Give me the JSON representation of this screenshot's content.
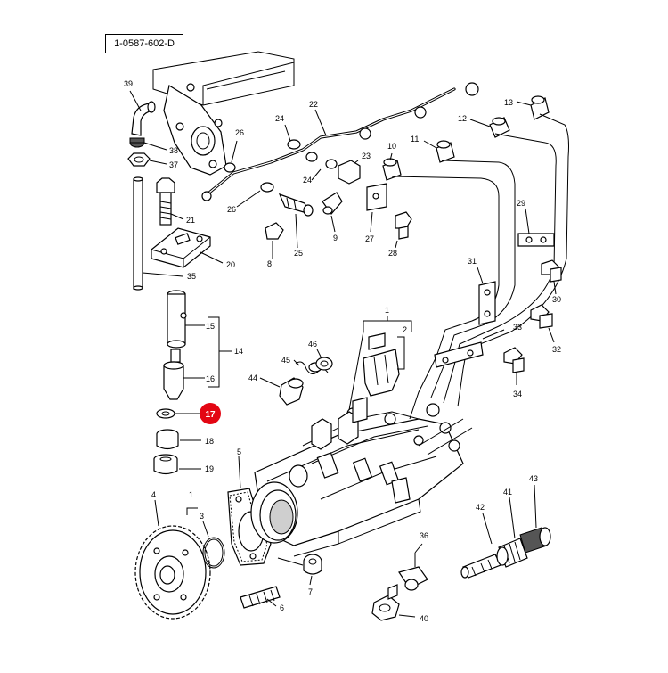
{
  "diagram": {
    "reference": "1-0587-602-D",
    "highlight_color": "#e30613",
    "highlighted_callout": "17",
    "callouts": {
      "c1a": "1",
      "c1b": "1",
      "c2": "2",
      "c3": "3",
      "c4": "4",
      "c5": "5",
      "c6": "6",
      "c7": "7",
      "c8": "8",
      "c9": "9",
      "c10": "10",
      "c11": "11",
      "c12": "12",
      "c13": "13",
      "c14": "14",
      "c15": "15",
      "c16": "16",
      "c17": "17",
      "c18": "18",
      "c19": "19",
      "c20": "20",
      "c21": "21",
      "c22": "22",
      "c23": "23",
      "c24a": "24",
      "c24b": "24",
      "c25": "25",
      "c26a": "26",
      "c26b": "26",
      "c27": "27",
      "c28": "28",
      "c29": "29",
      "c30": "30",
      "c31": "31",
      "c32": "32",
      "c33": "33",
      "c34": "34",
      "c35": "35",
      "c36": "36",
      "c37": "37",
      "c38": "38",
      "c39": "39",
      "c40": "40",
      "c41": "41",
      "c42": "42",
      "c43": "43",
      "c44": "44",
      "c45": "45",
      "c46": "46"
    }
  }
}
